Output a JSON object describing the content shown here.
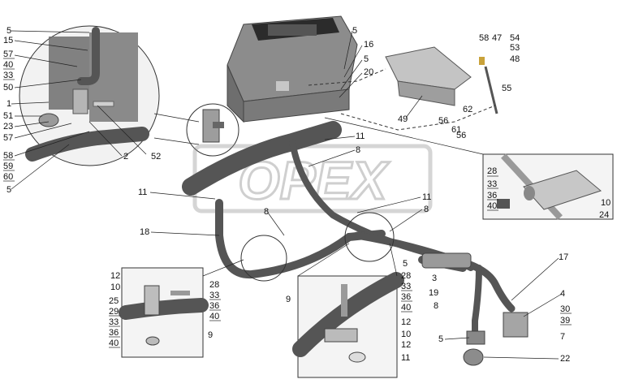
{
  "watermark": "OPEX",
  "callouts": [
    "5",
    "15",
    "57",
    "40",
    "33",
    "50",
    "1",
    "51",
    "23",
    "57",
    "58",
    "59",
    "60",
    "5",
    "2",
    "52",
    "5",
    "16",
    "5",
    "20",
    "58",
    "47",
    "54",
    "53",
    "48",
    "55",
    "49",
    "56",
    "62",
    "61",
    "56",
    "11",
    "8",
    "11",
    "8",
    "11",
    "8",
    "18",
    "28",
    "33",
    "36",
    "40",
    "10",
    "24",
    "12",
    "10",
    "25",
    "29",
    "33",
    "36",
    "40",
    "28",
    "33",
    "36",
    "40",
    "9",
    "5",
    "3",
    "19",
    "8",
    "17",
    "4",
    "30",
    "39",
    "7",
    "5",
    "22",
    "9",
    "28",
    "33",
    "36",
    "40",
    "12",
    "10",
    "12",
    "11"
  ]
}
